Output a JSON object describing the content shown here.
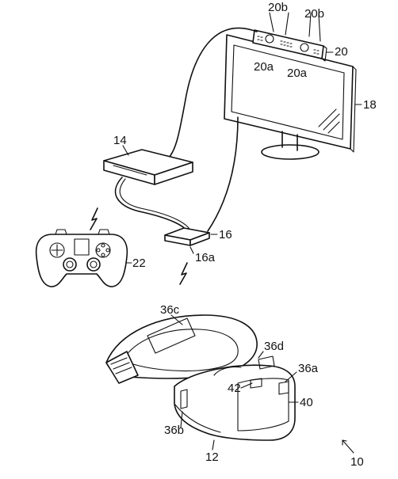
{
  "labels": {
    "camera_lens_left": "20b",
    "camera_lens_right": "20b",
    "camera_unit": "20",
    "camera_mic_left": "20a",
    "camera_mic_right": "20a",
    "display": "18",
    "console": "14",
    "relay_box": "16",
    "relay_port": "16a",
    "controller": "22",
    "hmd_band": "36c",
    "hmd_top_light": "36d",
    "hmd_front_light": "36a",
    "hmd_side_light": "36b",
    "hmd_sensor": "42",
    "hmd_front_panel": "40",
    "hmd": "12",
    "system": "10"
  }
}
